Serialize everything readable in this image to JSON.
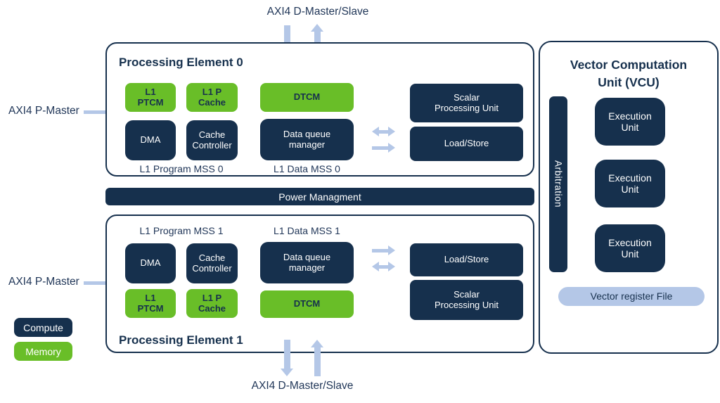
{
  "colors": {
    "navy": "#16304d",
    "green": "#69be28",
    "light_blue": "#b4c7e7",
    "text_navy": "#1f3557"
  },
  "external": {
    "axi4_d_top": "AXI4 D-Master/Slave",
    "axi4_d_bottom": "AXI4 D-Master/Slave",
    "axi4_p_top": "AXI4 P-Master",
    "axi4_p_bottom": "AXI4 P-Master"
  },
  "legend": {
    "compute": "Compute",
    "memory": "Memory"
  },
  "pe0": {
    "title": "Processing Element 0",
    "l1_ptcm": "L1\nPTCM",
    "l1_p_cache": "L1 P\nCache",
    "dtcm": "DTCM",
    "dma": "DMA",
    "cache_controller": "Cache\nController",
    "data_queue_manager": "Data queue\nmanager",
    "scalar_processing_unit": "Scalar\nProcessing Unit",
    "load_store": "Load/Store",
    "program_mss_label": "L1 Program MSS 0",
    "data_mss_label": "L1 Data MSS 0"
  },
  "power_bar": {
    "label": "Power Managment"
  },
  "pe1": {
    "title": "Processing Element 1",
    "l1_ptcm": "L1\nPTCM",
    "l1_p_cache": "L1 P\nCache",
    "dtcm": "DTCM",
    "dma": "DMA",
    "cache_controller": "Cache\nController",
    "data_queue_manager": "Data queue\nmanager",
    "scalar_processing_unit": "Scalar\nProcessing Unit",
    "load_store": "Load/Store",
    "program_mss_label": "L1 Program MSS 1",
    "data_mss_label": "L1 Data MSS 1"
  },
  "vcu": {
    "title": "Vector Computation\nUnit (VCU)",
    "arbitration": "Arbitration",
    "execution_units": [
      "Execution\nUnit",
      "Execution\nUnit",
      "Execution\nUnit"
    ],
    "vector_register_file": "Vector register File"
  }
}
